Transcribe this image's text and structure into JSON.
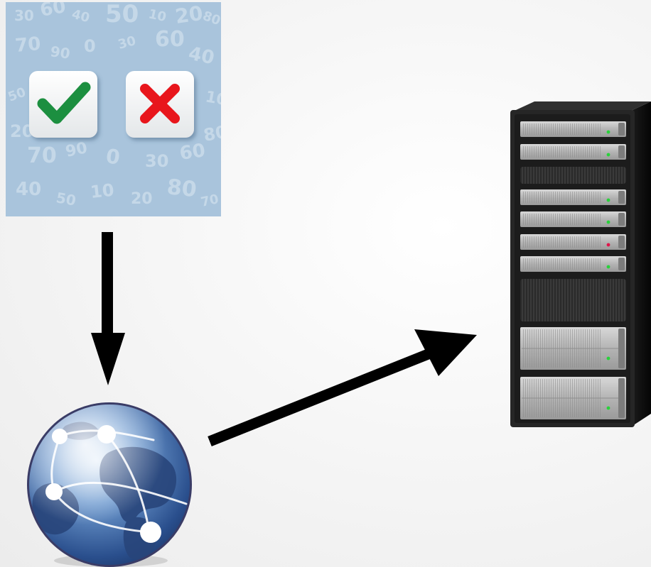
{
  "diagram": {
    "nodes": [
      {
        "id": "validation",
        "icon": "check-and-cross-icon",
        "description": ""
      },
      {
        "id": "internet",
        "icon": "globe-network-icon"
      },
      {
        "id": "server",
        "icon": "server-rack-icon"
      }
    ],
    "edges": [
      {
        "from": "validation",
        "to": "internet"
      },
      {
        "from": "internet",
        "to": "server"
      }
    ],
    "background_digits": [
      "30",
      "60",
      "40",
      "50",
      "10",
      "20",
      "80",
      "70",
      "90",
      "0"
    ],
    "colors": {
      "panel": "#a9c4dc",
      "check": "#1f8f3f",
      "cross": "#e8141c",
      "arrow": "#000000",
      "server_body": "#2b2b2b",
      "led_green": "#28d23a",
      "led_red": "#e0144a"
    }
  }
}
